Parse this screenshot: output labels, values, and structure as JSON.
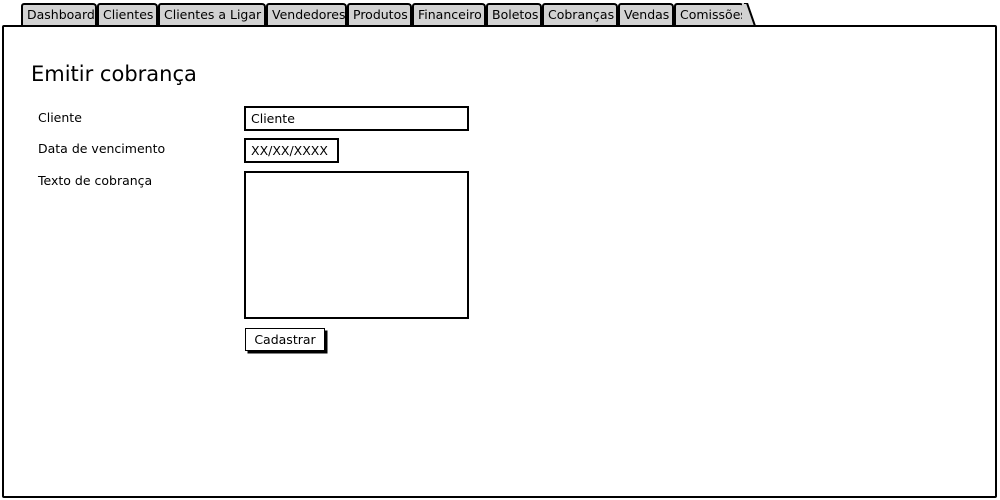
{
  "tabs": [
    {
      "label": "Dashboard"
    },
    {
      "label": "Clientes"
    },
    {
      "label": "Clientes a Ligar"
    },
    {
      "label": "Vendedores"
    },
    {
      "label": "Produtos"
    },
    {
      "label": "Financeiro"
    },
    {
      "label": "Boletos"
    },
    {
      "label": "Cobranças"
    },
    {
      "label": "Vendas"
    },
    {
      "label": "Comissões"
    }
  ],
  "form": {
    "title": "Emitir cobrança",
    "cliente_label": "Cliente",
    "cliente_value": "Cliente",
    "vencimento_label": "Data de vencimento",
    "vencimento_value": "XX/XX/XXXX",
    "texto_label": "Texto de cobrança",
    "texto_value": "",
    "submit_label": "Cadastrar"
  }
}
